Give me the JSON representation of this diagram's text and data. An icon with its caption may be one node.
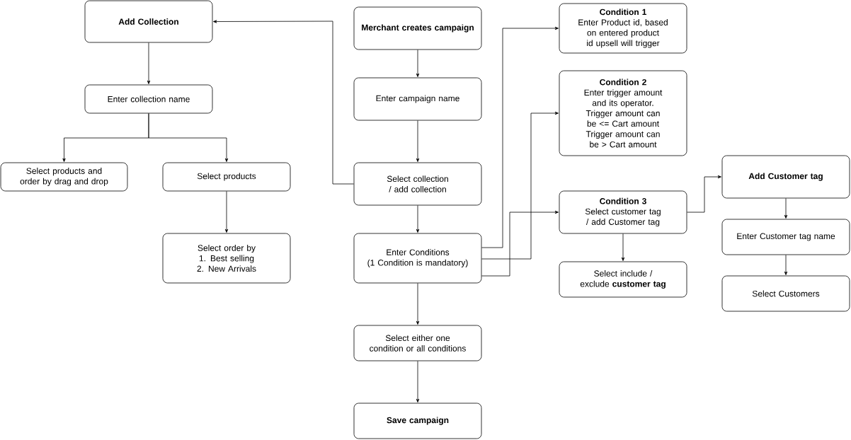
{
  "diagram": {
    "nodes": [
      {
        "text": [
          "Add Collection"
        ]
      },
      {
        "text": [
          "Enter collection name"
        ]
      },
      {
        "text": [
          "Select products and order by drag and drop"
        ]
      },
      {
        "text": [
          "Select products"
        ]
      },
      {
        "text": [
          "Select order by",
          "1. Best selling",
          "2. New Arrivals"
        ]
      },
      {
        "text": [
          "Merchant creates campaign"
        ]
      },
      {
        "text": [
          "Enter campaign name"
        ]
      },
      {
        "text": [
          "Select collection / add collection"
        ]
      },
      {
        "text": [
          "Enter Conditions",
          "(1 Condition is mandatory)"
        ]
      },
      {
        "text": [
          "Select either one condition or all conditions"
        ]
      },
      {
        "text": [
          "Save campaign"
        ]
      },
      {
        "text": [
          "Condition 1",
          "Enter Product id, based on entered product id upsell will trigger"
        ]
      },
      {
        "text": [
          "Condition 2",
          "Enter trigger amount and its operator.",
          "Trigger amount can be <= Cart amount",
          "Trigger amount can be > Cart amount"
        ]
      },
      {
        "text": [
          "Condition 3",
          "Select customer tag / add Customer tag"
        ]
      },
      {
        "text": [
          "Select include / exclude **customer tag**"
        ]
      },
      {
        "text": [
          "Add Customer tag"
        ]
      },
      {
        "text": [
          "Enter Customer tag name"
        ]
      },
      {
        "text": [
          "Select Customers"
        ]
      }
    ],
    "edges": [
      {
        "from": 5,
        "to": 6,
        "arrow": "to"
      },
      {
        "from": 6,
        "to": 7,
        "arrow": "to"
      },
      {
        "from": 7,
        "to": 0,
        "arrow": "to"
      },
      {
        "from": 0,
        "to": 1,
        "arrow": "to"
      },
      {
        "from": 1,
        "to": 2,
        "arrow": "to"
      },
      {
        "from": 1,
        "to": 3,
        "arrow": "to"
      },
      {
        "from": 3,
        "to": 4,
        "arrow": "to"
      },
      {
        "from": 7,
        "to": 8,
        "arrow": "to"
      },
      {
        "from": 8,
        "to": 9,
        "arrow": "to"
      },
      {
        "from": 9,
        "to": 10,
        "arrow": "to"
      },
      {
        "from": 8,
        "to": 11,
        "arrow": "to"
      },
      {
        "from": 8,
        "to": 12,
        "arrow": "to"
      },
      {
        "from": 8,
        "to": 13,
        "arrow": "to"
      },
      {
        "from": 13,
        "to": 14,
        "arrow": "to"
      },
      {
        "from": 13,
        "to": 15,
        "arrow": "to"
      },
      {
        "from": 15,
        "to": 16,
        "arrow": "to"
      },
      {
        "from": 16,
        "to": 17,
        "arrow": "to"
      }
    ]
  }
}
